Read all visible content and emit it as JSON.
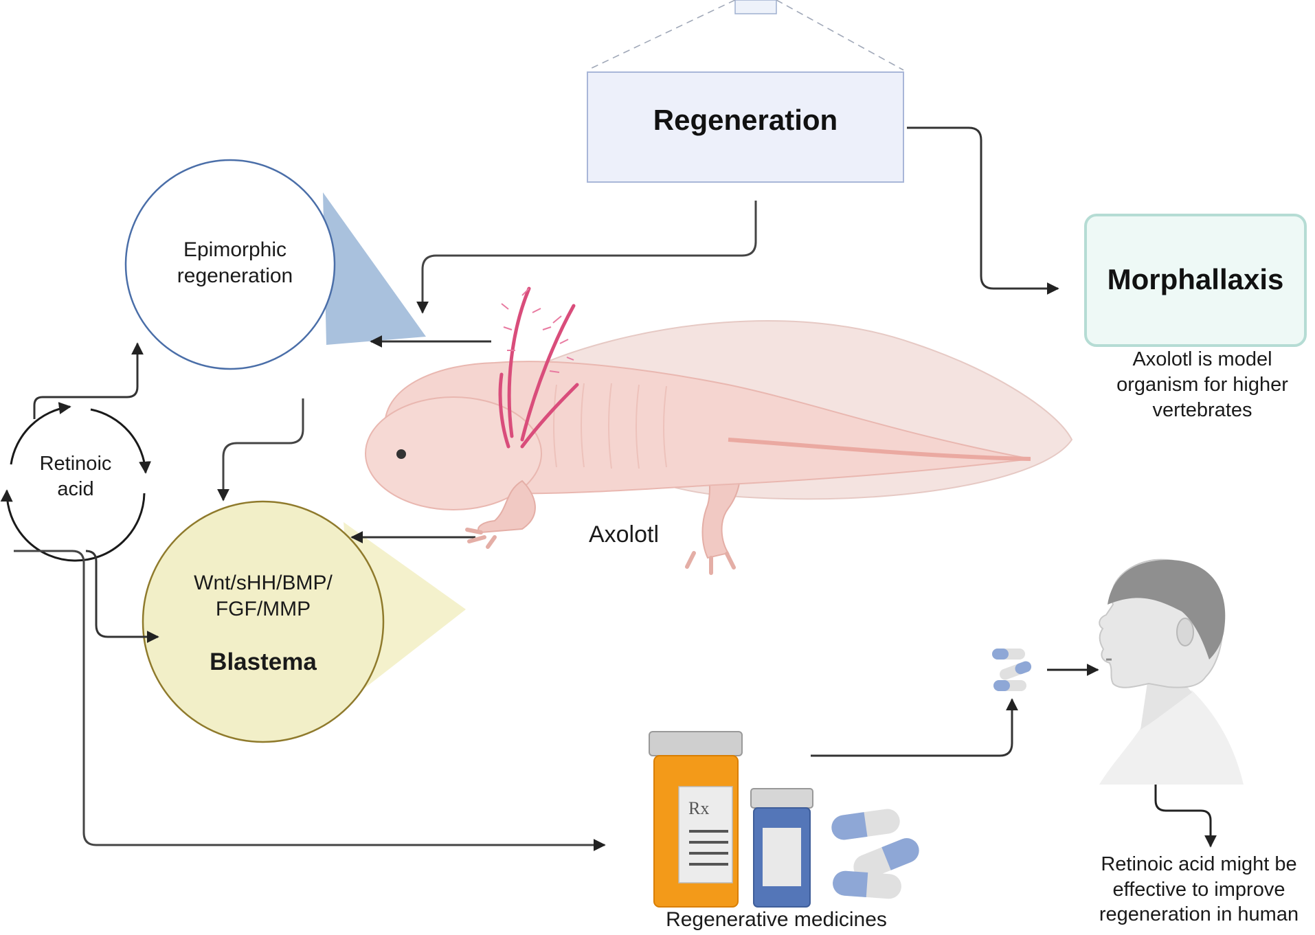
{
  "nodes": {
    "regeneration": "Regeneration",
    "morphallaxis": "Morphallaxis",
    "morphallaxis_note": [
      "Axolotl is model",
      "organism for higher",
      "vertebrates"
    ],
    "epimorphic": [
      "Epimorphic",
      "regeneration"
    ],
    "retinoic_acid": [
      "Retinoic",
      "acid"
    ],
    "blastema_genes": [
      "Wnt/sHH/BMP/",
      "FGF/MMP"
    ],
    "blastema": "Blastema",
    "axolotl": "Axolotl",
    "medicines": "Regenerative medicines",
    "human_note": [
      "Retinoic acid might be",
      "effective to improve",
      "regeneration in human"
    ],
    "rx_symbol": "Rx"
  },
  "icons": [
    "axolotl-illustration",
    "pill-bottle-icon",
    "capsule-icon",
    "human-head-icon"
  ],
  "colors": {
    "regeneration_box": "#edf0fa",
    "morphallaxis_box": "#eef9f6",
    "epimorphic_circle": "#4a6ea8",
    "blastema_fill": "#f2efc8",
    "blastema_stroke": "#8f7a2c",
    "wedge_blue": "#a9c1dd",
    "wedge_yellow": "#f4f1cc",
    "arrow": "#222222"
  }
}
